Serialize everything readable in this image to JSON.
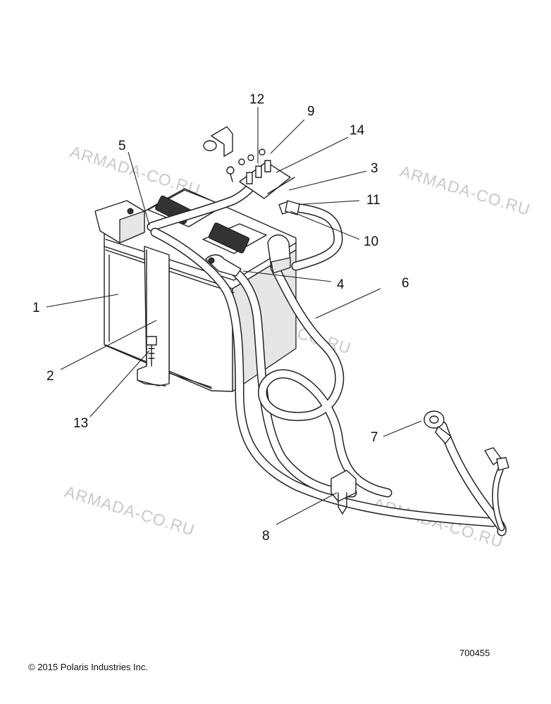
{
  "diagram": {
    "callouts": [
      {
        "id": "1",
        "text": "1"
      },
      {
        "id": "2",
        "text": "2"
      },
      {
        "id": "3",
        "text": "3"
      },
      {
        "id": "4",
        "text": "4"
      },
      {
        "id": "5",
        "text": "5"
      },
      {
        "id": "6",
        "text": "6"
      },
      {
        "id": "7",
        "text": "7"
      },
      {
        "id": "8",
        "text": "8"
      },
      {
        "id": "9",
        "text": "9"
      },
      {
        "id": "10",
        "text": "10"
      },
      {
        "id": "11",
        "text": "11"
      },
      {
        "id": "12",
        "text": "12"
      },
      {
        "id": "13",
        "text": "13"
      },
      {
        "id": "14",
        "text": "14"
      }
    ],
    "watermark_text": "ARMADA-CO.RU"
  },
  "footer": {
    "copyright": "© 2015 Polaris Industries Inc.",
    "drawing_number": "700455"
  }
}
